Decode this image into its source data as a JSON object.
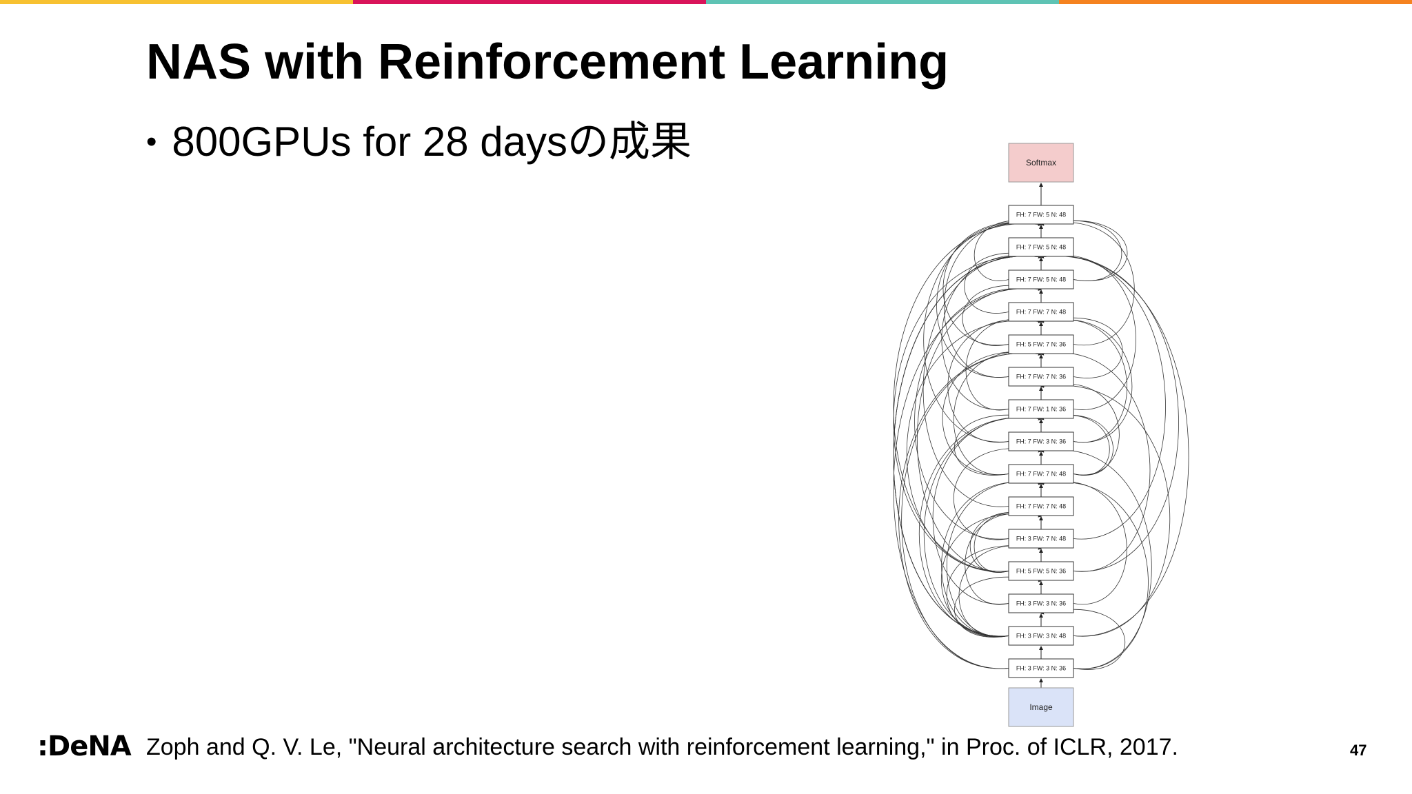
{
  "slide": {
    "title": "NAS with Reinforcement Learning",
    "bullet": "800GPUs for 28 daysの成果",
    "citation": "Zoph and Q. V. Le, \"Neural architecture search with reinforcement learning,\" in Proc. of ICLR, 2017.",
    "page_number": "47",
    "logo_text": ":DeNA",
    "top_bar_colors": [
      "#f7c131",
      "#d9145a",
      "#5ec3b4",
      "#f58220"
    ]
  },
  "diagram": {
    "top_node": "Softmax",
    "bottom_node": "Image",
    "top_node_fill": "#f4cccc",
    "bottom_node_fill": "#dae3f8",
    "layers": [
      "FH: 7 FW: 5 N: 48",
      "FH: 7 FW: 5 N: 48",
      "FH: 7 FW: 5 N: 48",
      "FH: 7 FW: 7 N: 48",
      "FH: 5 FW: 7 N: 36",
      "FH: 7 FW: 7 N: 36",
      "FH: 7 FW: 1 N: 36",
      "FH: 7 FW: 3 N: 36",
      "FH: 7 FW: 7 N: 48",
      "FH: 7 FW: 7 N: 48",
      "FH: 3 FW: 7 N: 48",
      "FH: 5 FW: 5 N: 36",
      "FH: 3 FW: 3 N: 36",
      "FH: 3 FW: 3 N: 48",
      "FH: 3 FW: 3 N: 36"
    ]
  }
}
